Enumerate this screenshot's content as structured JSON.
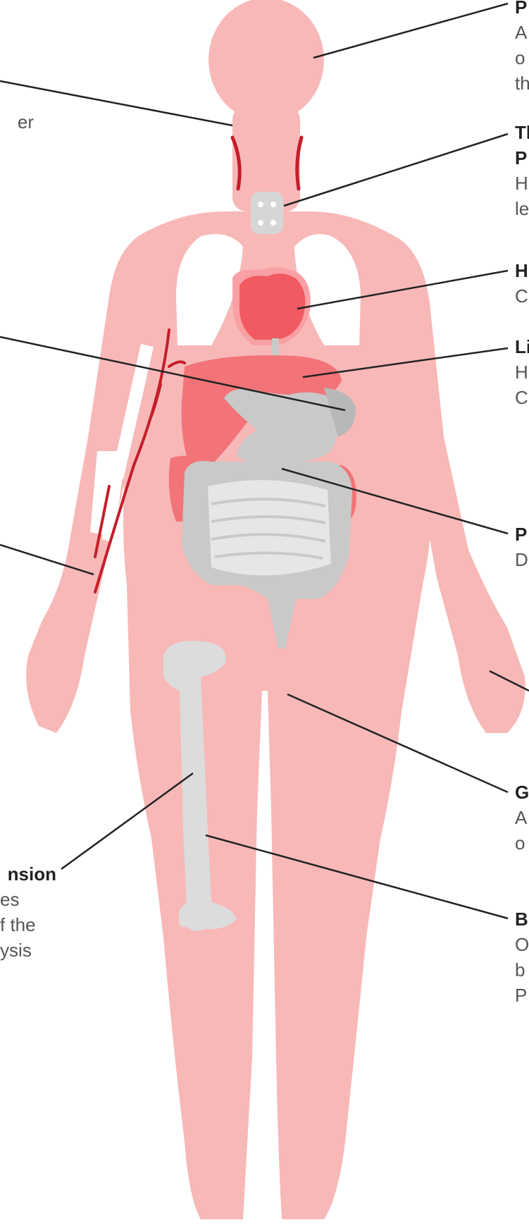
{
  "labels": {
    "top_right": {
      "title": "P",
      "lines": [
        "A",
        "o",
        "th"
      ]
    },
    "left_neck": {
      "title": "",
      "lines": [
        "er"
      ]
    },
    "thyroid": {
      "title": "Th",
      "lines": [
        "P",
        "H",
        "le"
      ]
    },
    "heart": {
      "title": "H",
      "lines": [
        "C"
      ]
    },
    "liver": {
      "title": "Li",
      "lines": [
        "H",
        "C"
      ]
    },
    "pancreas": {
      "title": "P",
      "lines": [
        "D"
      ]
    },
    "groin": {
      "title": "G",
      "lines": [
        "A",
        "o"
      ]
    },
    "bone": {
      "title": "B",
      "lines": [
        "O",
        "b",
        "P"
      ]
    },
    "left_hyper": {
      "title": "nsion",
      "lines": [
        "es",
        "f the",
        "ysis"
      ]
    }
  },
  "colors": {
    "skin": "#f8b8b8",
    "organ_red": "#f05a60",
    "liver_red": "#f27478",
    "gut_gray": "#c9c9c9",
    "bone_gray": "#dcdcdc",
    "vessel": "#c41e2a",
    "line": "#222222"
  }
}
